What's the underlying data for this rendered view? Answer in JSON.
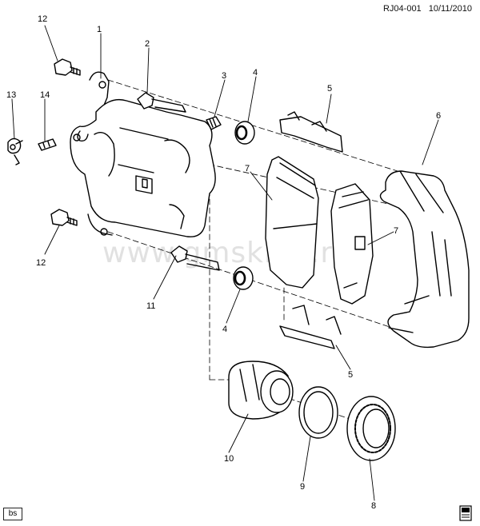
{
  "header": {
    "code": "RJ04-001",
    "date": "10/11/2010"
  },
  "watermark": "www.gmsklad.ru",
  "badge": "bs",
  "icons": {
    "corner": "manual-book-icon"
  },
  "callouts": [
    "12",
    "1",
    "2",
    "3",
    "4",
    "5",
    "6",
    "13",
    "14",
    "7",
    "7",
    "12",
    "11",
    "4",
    "5",
    "10",
    "9",
    "8"
  ]
}
